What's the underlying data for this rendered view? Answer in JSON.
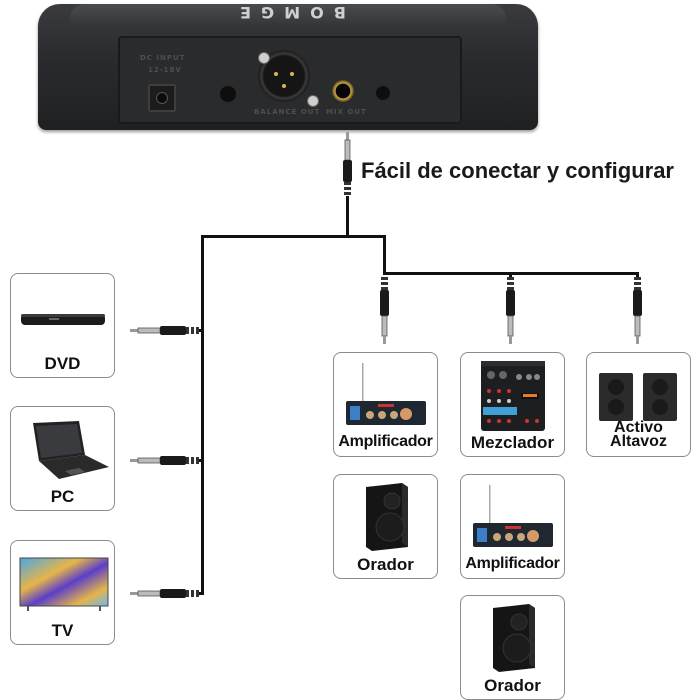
{
  "title": "Fácil de conectar y configurar",
  "device": {
    "brand": "BOMGE",
    "dc_input_label": "DC INPUT",
    "voltage_label": "12-18V",
    "balance_out_label": "BALANCE OUT",
    "mix_out_label": "MIX OUT"
  },
  "sources": [
    {
      "label": "DVD",
      "icon": "dvd-player-icon"
    },
    {
      "label": "PC",
      "icon": "laptop-icon"
    },
    {
      "label": "TV",
      "icon": "tv-icon"
    }
  ],
  "outputs": [
    {
      "label": "Amplificador",
      "icon": "amplifier-icon"
    },
    {
      "label": "Mezclador",
      "icon": "mixer-icon"
    },
    {
      "label_line1": "Activo",
      "label_line2": "Altavoz",
      "icon": "active-speakers-icon"
    },
    {
      "label": "Orador",
      "icon": "speaker-icon"
    },
    {
      "label": "Amplificador",
      "icon": "amplifier-icon"
    },
    {
      "label": "Orador",
      "icon": "speaker-icon"
    }
  ],
  "colors": {
    "wire": "#111111",
    "device": "#2b2c2f",
    "box_border": "#8c8c8c",
    "text": "#1a1a1a"
  }
}
